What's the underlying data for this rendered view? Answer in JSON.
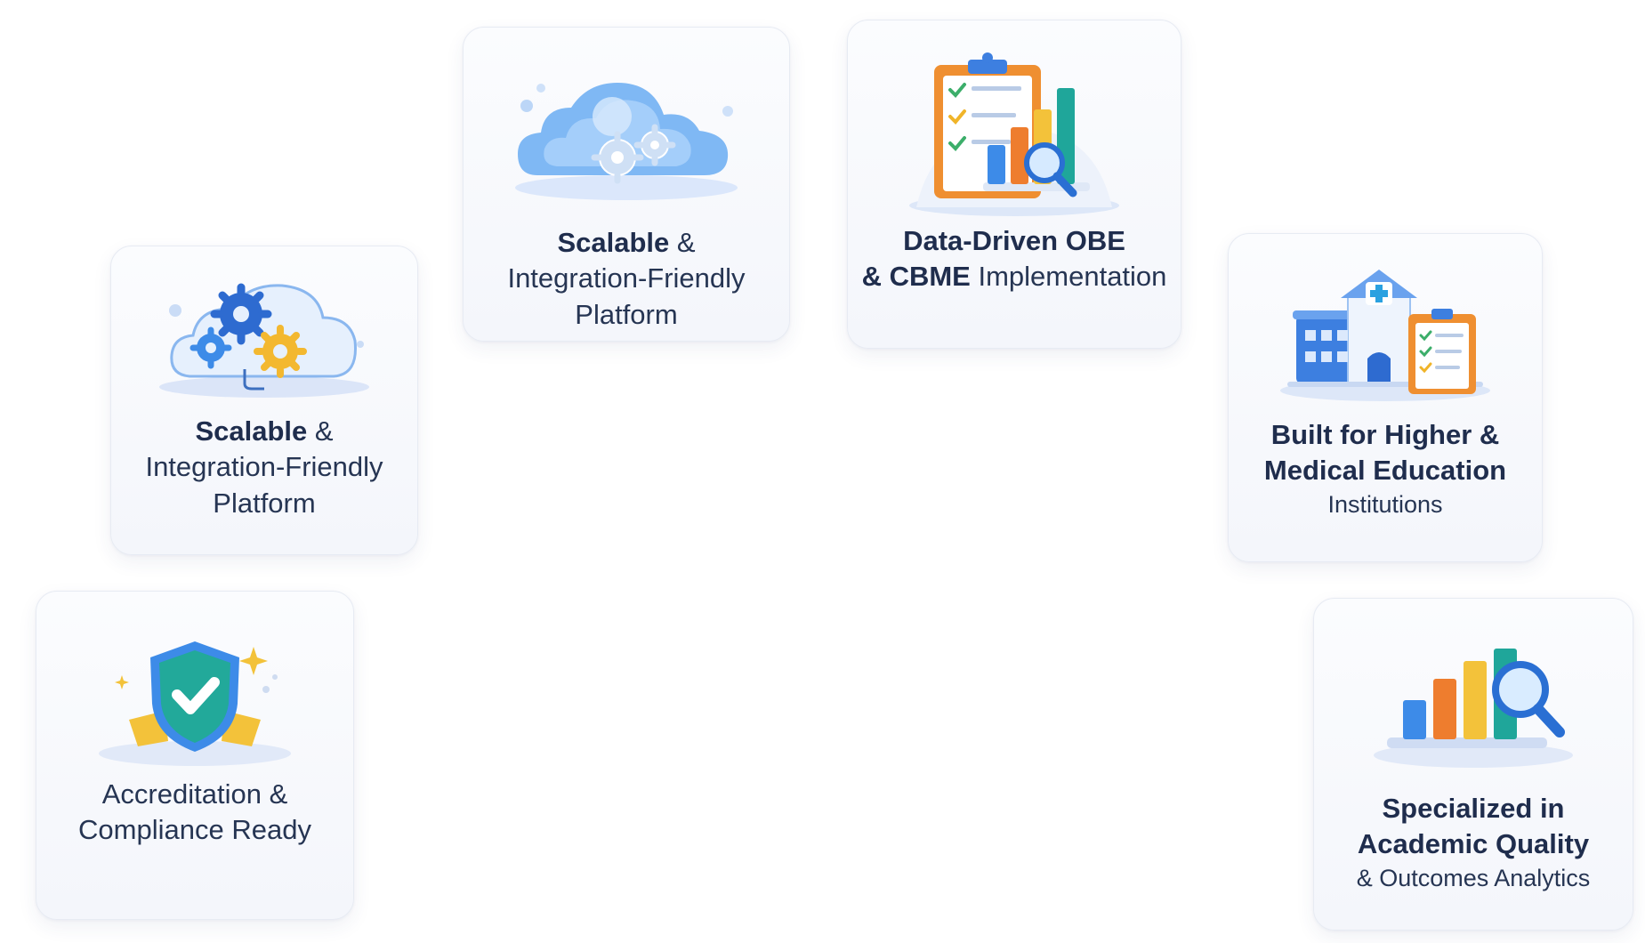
{
  "colors": {
    "navy": "#1f2d4d",
    "blue": "#3d8be8",
    "orange": "#ee8a2e",
    "yellow": "#f3c23a",
    "teal": "#1fa69a",
    "green": "#3cae6a"
  },
  "cards": [
    {
      "name": "scalable-platform-card-top",
      "icon": "cloud-gears-icon",
      "bold": "Scalable",
      "bold_suffix": " &",
      "line2": "Integration-Friendly",
      "line3": "Platform"
    },
    {
      "name": "obe-cbme-card",
      "icon": "clipboard-chart-icon",
      "line1": "Data-Driven OBE",
      "line2_bold": "& CBME",
      "line2_rest": " Implementation"
    },
    {
      "name": "scalable-platform-card-left",
      "icon": "cloud-gears-icon",
      "bold": "Scalable",
      "bold_suffix": " &",
      "line2": "Integration-Friendly",
      "line3": "Platform"
    },
    {
      "name": "higher-medical-education-card",
      "icon": "hospital-clipboard-icon",
      "line1": "Built for Higher &",
      "line2": "Medical Education",
      "line3": "Institutions"
    },
    {
      "name": "accreditation-compliance-card",
      "icon": "shield-check-icon",
      "line1": "Accreditation &",
      "line2": "Compliance Ready"
    },
    {
      "name": "academic-quality-card",
      "icon": "bar-chart-magnifier-icon",
      "line1": "Specialized in",
      "line2": "Academic Quality",
      "line3": "& Outcomes Analytics"
    }
  ]
}
